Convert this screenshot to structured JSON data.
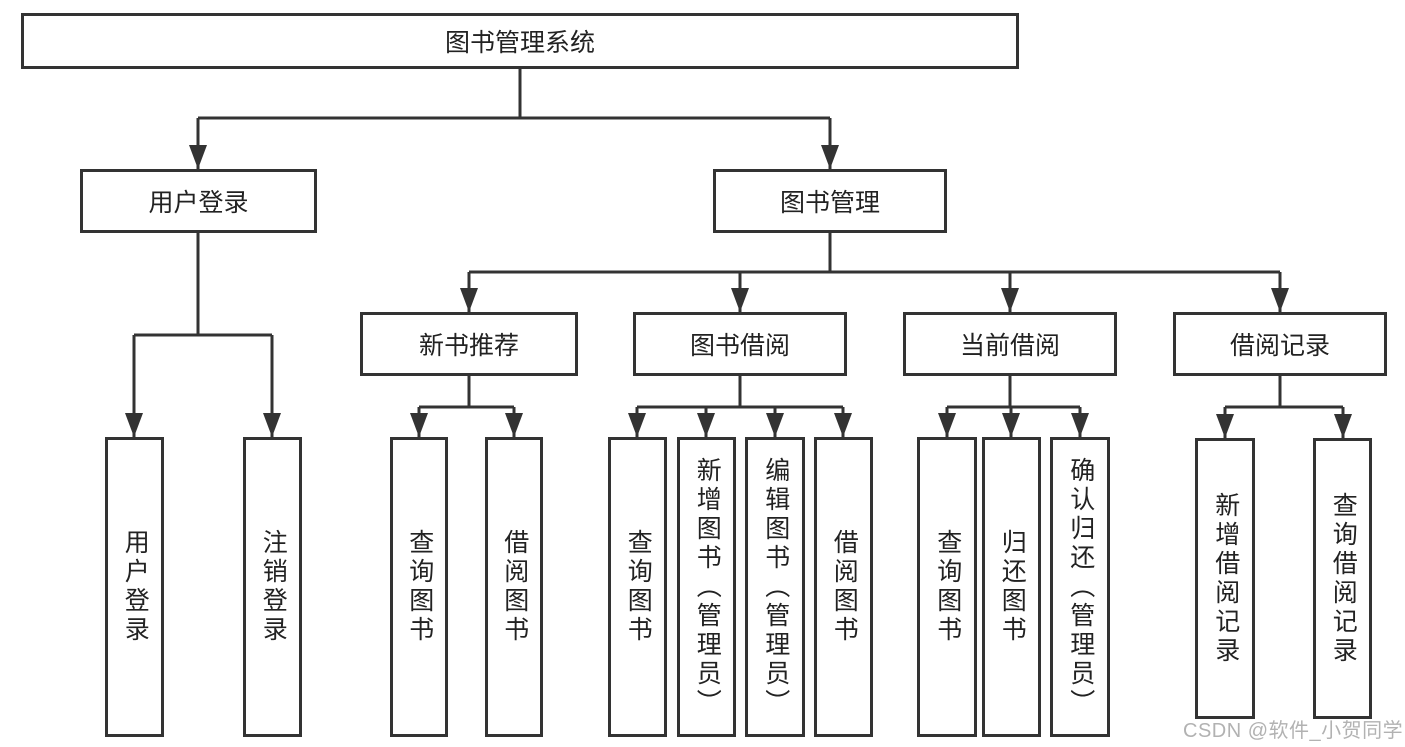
{
  "tree": {
    "label": "图书管理系统",
    "children": [
      {
        "label": "用户登录",
        "leaves": [
          "用户登录",
          "注销登录"
        ]
      },
      {
        "label": "图书管理",
        "children": [
          {
            "label": "新书推荐",
            "leaves": [
              "查询图书",
              "借阅图书"
            ]
          },
          {
            "label": "图书借阅",
            "leaves": [
              "查询图书",
              "新增图书（管理员）",
              "编辑图书（管理员）",
              "借阅图书"
            ]
          },
          {
            "label": "当前借阅",
            "leaves": [
              "查询图书",
              "归还图书",
              "确认归还（管理员）"
            ]
          },
          {
            "label": "借阅记录",
            "leaves": [
              "新增借阅记录",
              "查询借阅记录"
            ]
          }
        ]
      }
    ]
  },
  "watermark": {
    "text": "CSDN @软件_小贺同学",
    "color": "#b2b2b2"
  },
  "colors": {
    "line": "#333333",
    "box_border": "#333333",
    "box_background": "#ffffff",
    "text": "#222222",
    "page_background": "#ffffff"
  }
}
